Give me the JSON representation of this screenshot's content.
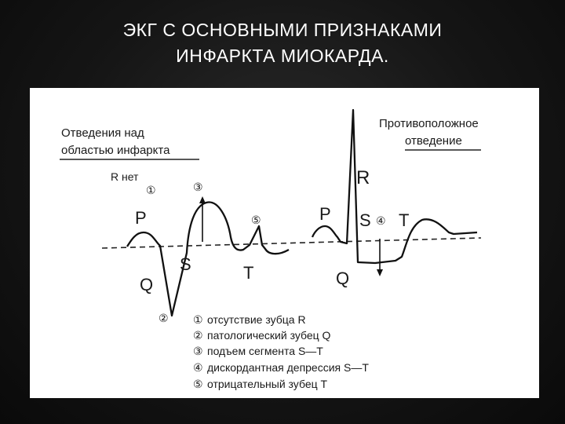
{
  "slide": {
    "title_line1": "ЭКГ С ОСНОВНЫМИ ПРИЗНАКАМИ",
    "title_line2": "ИНФАРКТА МИОКАРДА."
  },
  "diagram": {
    "left_header_line1": "Отведения над",
    "left_header_line2": "областью инфаркта",
    "right_header_line1": "Противоположное",
    "right_header_line2": "отведение",
    "r_absent_label": "R нет",
    "waves_left": {
      "p": "P",
      "q": "Q",
      "s": "S",
      "t": "T"
    },
    "waves_right": {
      "p": "P",
      "r": "R",
      "s": "S",
      "q": "Q",
      "t": "T"
    },
    "markers": {
      "m1": "①",
      "m2": "②",
      "m3": "③",
      "m4": "④",
      "m5": "⑤"
    },
    "legend": [
      {
        "num": "①",
        "text": "отсутствие зубца R"
      },
      {
        "num": "②",
        "text": "патологический зубец Q"
      },
      {
        "num": "③",
        "text": "подъем сегмента S—T"
      },
      {
        "num": "④",
        "text": "дискордантная депрессия S—T"
      },
      {
        "num": "⑤",
        "text": "отрицательный зубец T"
      }
    ]
  }
}
